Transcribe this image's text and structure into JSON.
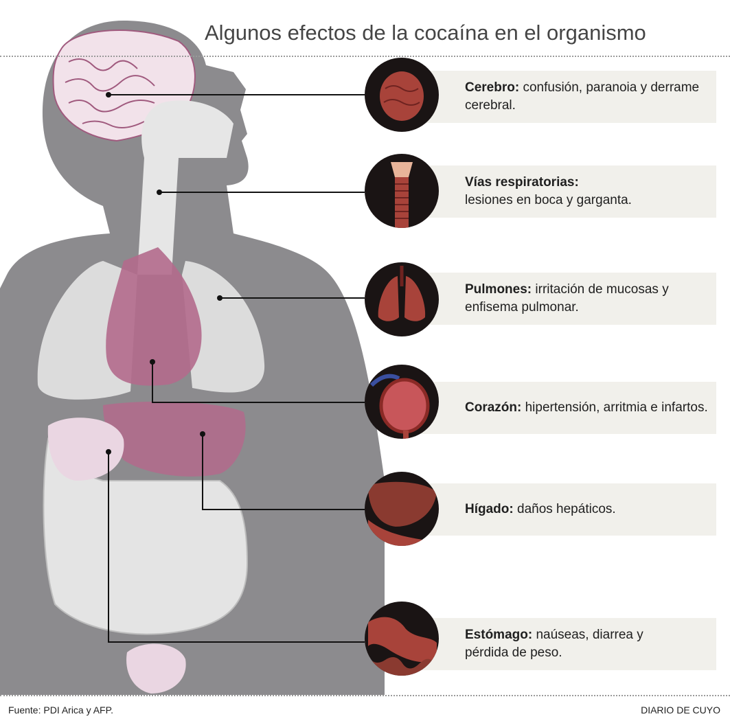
{
  "title": "Algunos efectos de la cocaína en el organismo",
  "effects": [
    {
      "organ": "Cerebro:",
      "text": "confusión, paranoia y derrame cerebral.",
      "icon": "brain-icon"
    },
    {
      "organ": "Vías respiratorias:",
      "text": "lesiones en boca y garganta.",
      "icon": "airway-icon"
    },
    {
      "organ": "Pulmones:",
      "text": "irritación de mucosas y enfisema pulmonar.",
      "icon": "lungs-icon"
    },
    {
      "organ": "Corazón:",
      "text": "hipertensión, arritmia e infartos.",
      "icon": "heart-icon"
    },
    {
      "organ": "Hígado:",
      "text": "daños hepáticos.",
      "icon": "liver-icon"
    },
    {
      "organ": "Estómago:",
      "text": "naúseas, diarrea y pérdida de peso.",
      "icon": "stomach-icon"
    }
  ],
  "footer": {
    "source": "Fuente: PDI Arica y AFP.",
    "credit": "DIARIO DE CUYO"
  },
  "colors": {
    "body": "#8c8b8e",
    "organ": "#b36a8c",
    "label_bg": "#f1f0eb",
    "circle": "#1a1414",
    "tissue": "#a8433a"
  }
}
